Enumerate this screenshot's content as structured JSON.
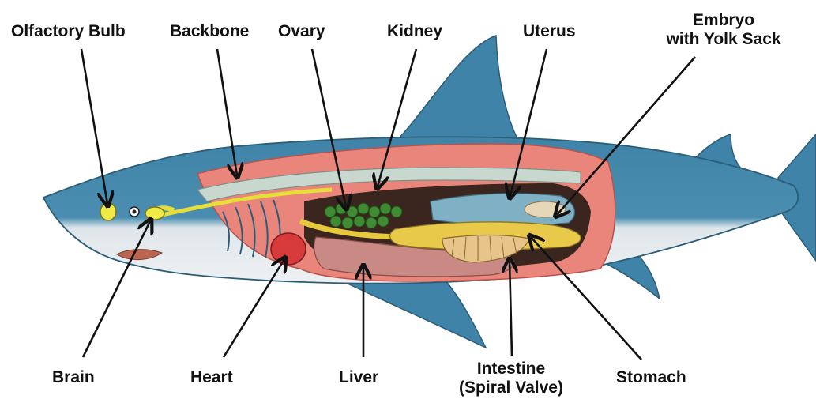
{
  "labels": {
    "olfactory_bulb": "Olfactory Bulb",
    "backbone": "Backbone",
    "ovary": "Ovary",
    "kidney": "Kidney",
    "uterus": "Uterus",
    "embryo_line1": "Embryo",
    "embryo_line2": "with Yolk Sack",
    "brain": "Brain",
    "heart": "Heart",
    "liver": "Liver",
    "intestine_line1": "Intestine",
    "intestine_line2": "(Spiral Valve)",
    "stomach": "Stomach"
  },
  "colors": {
    "shark_back": "#3f84a8",
    "shark_belly": "#e8ecef",
    "muscle": "#e9857a",
    "vertebrae": "#c9d8cf",
    "nerve_yellow": "#e6df3a",
    "ovary_green": "#3f8a33",
    "liver": "#c98a86",
    "heart": "#d63a3a",
    "stomach_yellow": "#e9c94a",
    "arrow": "#111111"
  }
}
